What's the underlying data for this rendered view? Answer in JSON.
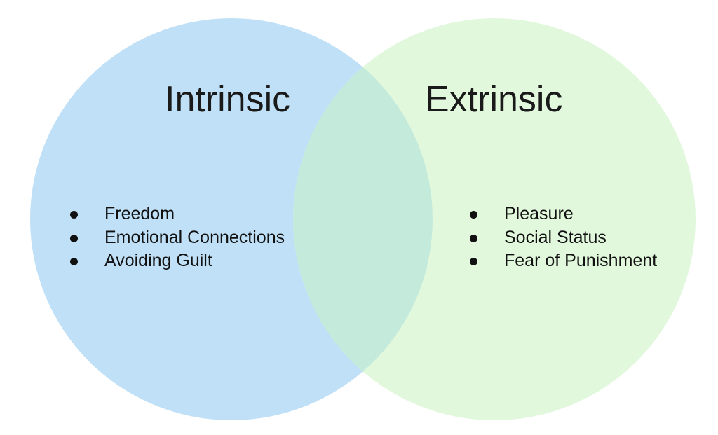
{
  "diagram": {
    "colors": {
      "intrinsic_fill": "#bfe0f6",
      "extrinsic_fill": "#ddf7d8",
      "overlap_fill": "#c3eadc",
      "text": "#111111"
    },
    "intrinsic": {
      "title": "Intrinsic",
      "items": [
        {
          "label": "Freedom"
        },
        {
          "label": "Emotional Connections"
        },
        {
          "label": "Avoiding Guilt"
        }
      ]
    },
    "extrinsic": {
      "title": "Extrinsic",
      "items": [
        {
          "label": "Pleasure"
        },
        {
          "label": "Social Status"
        },
        {
          "label": "Fear of Punishment"
        }
      ]
    }
  }
}
